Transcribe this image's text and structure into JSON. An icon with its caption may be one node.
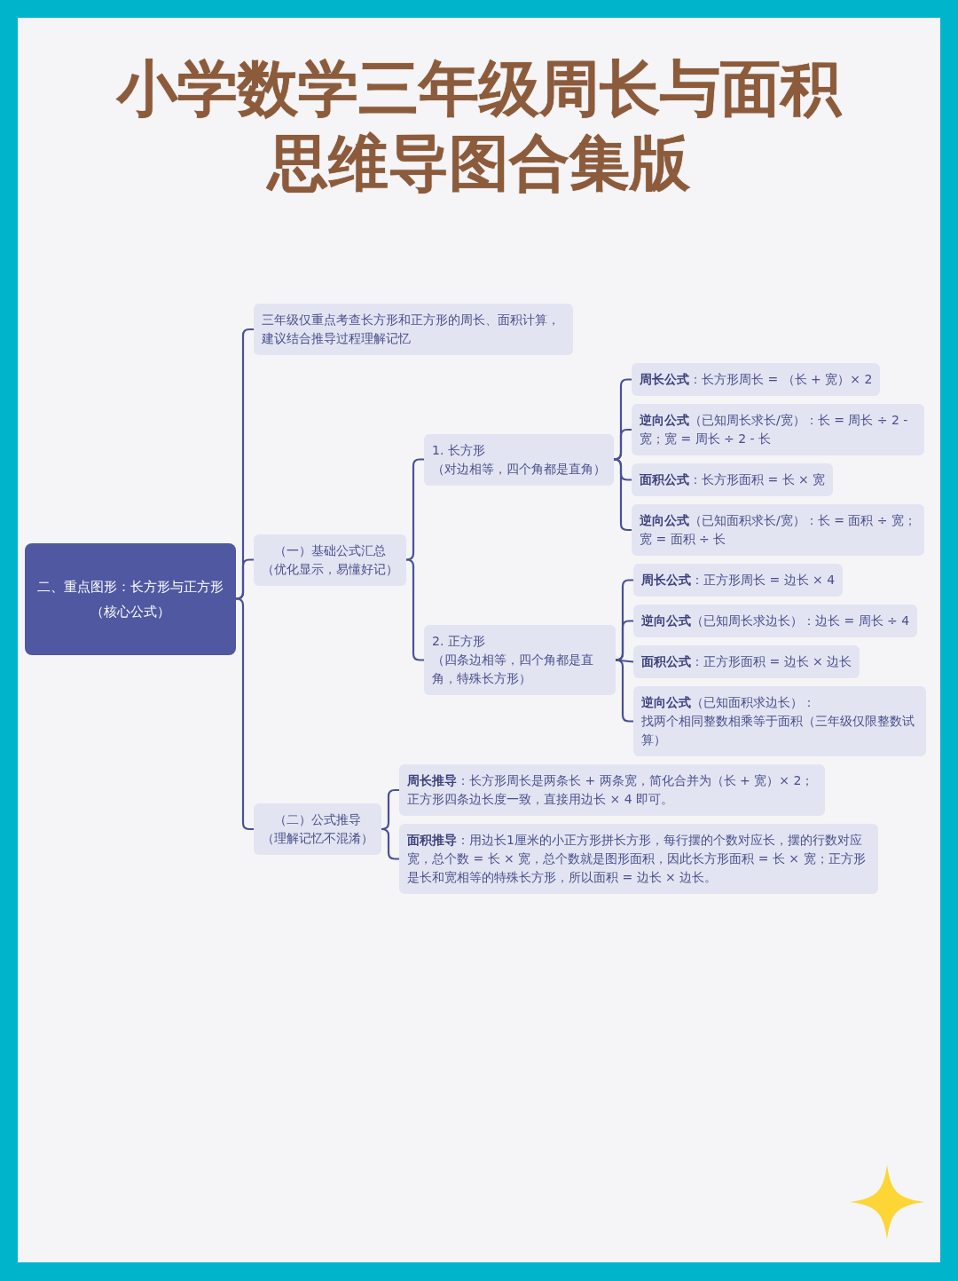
{
  "diagram": {
    "title": "小学数学三年级周长与面积思维导图合集版",
    "nodes": [
      {
        "text": [
          "二、重点图形：长方形与正方形",
          "（核心公式）"
        ]
      },
      {
        "text": [
          "三年级仅重点考查长方形和正方形的周长、面积计算，建议结合推导过程理解记忆"
        ]
      },
      {
        "text": [
          "（一）基础公式汇总",
          "（优化显示，易懂好记）"
        ]
      },
      {
        "text": [
          "1. 长方形",
          "（对边相等，四个角都是直角）"
        ]
      },
      {
        "text": [
          "**周长公式**：长方形周长 = （长 + 宽）× 2"
        ]
      },
      {
        "text": [
          "**逆向公式**（已知周长求长/宽）：长 = 周长 ÷ 2 - 宽；宽 = 周长 ÷ 2 - 长"
        ]
      },
      {
        "text": [
          "**面积公式**：长方形面积 = 长 × 宽"
        ]
      },
      {
        "text": [
          "**逆向公式**（已知面积求长/宽）：长 = 面积 ÷ 宽；宽 = 面积 ÷ 长"
        ]
      },
      {
        "text": [
          "2. 正方形",
          "（四条边相等，四个角都是直角，特殊长方形）"
        ]
      },
      {
        "text": [
          "**周长公式**：正方形周长 = 边长 × 4"
        ]
      },
      {
        "text": [
          "**逆向公式**（已知周长求边长）：边长 = 周长 ÷ 4"
        ]
      },
      {
        "text": [
          "**面积公式**：正方形面积 = 边长 × 边长"
        ]
      },
      {
        "text": [
          "**逆向公式**（已知面积求边长）：",
          "找两个相同整数相乘等于面积（三年级仅限整数试算）"
        ]
      },
      {
        "text": [
          "（二）公式推导",
          "（理解记忆不混淆）"
        ]
      },
      {
        "text": [
          "**周长推导**：长方形周长是两条长 + 两条宽，简化合并为（长 + 宽）× 2；正方形四条边长度一致，直接用边长 × 4 即可。"
        ]
      },
      {
        "text": [
          "**面积推导**：用边长1厘米的小正方形拼长方形，每行摆的个数对应长，摆的行数对应宽，总个数 = 长 × 宽，总个数就是图形面积，因此长方形面积 = 长 × 宽；正方形是长和宽相等的特殊长方形，所以面积 = 边长 × 边长。"
        ]
      }
    ],
    "edges": [
      {
        "from": 0,
        "to": 1,
        "arrow": "none"
      },
      {
        "from": 0,
        "to": 2,
        "arrow": "none"
      },
      {
        "from": 0,
        "to": 13,
        "arrow": "none"
      },
      {
        "from": 2,
        "to": 3,
        "arrow": "none"
      },
      {
        "from": 2,
        "to": 8,
        "arrow": "none"
      },
      {
        "from": 3,
        "to": 4,
        "arrow": "none"
      },
      {
        "from": 3,
        "to": 5,
        "arrow": "none"
      },
      {
        "from": 3,
        "to": 6,
        "arrow": "none"
      },
      {
        "from": 3,
        "to": 7,
        "arrow": "none"
      },
      {
        "from": 8,
        "to": 9,
        "arrow": "none"
      },
      {
        "from": 8,
        "to": 10,
        "arrow": "none"
      },
      {
        "from": 8,
        "to": 11,
        "arrow": "none"
      },
      {
        "from": 8,
        "to": 12,
        "arrow": "none"
      },
      {
        "from": 13,
        "to": 14,
        "arrow": "none"
      },
      {
        "from": 13,
        "to": 15,
        "arrow": "none"
      }
    ]
  }
}
